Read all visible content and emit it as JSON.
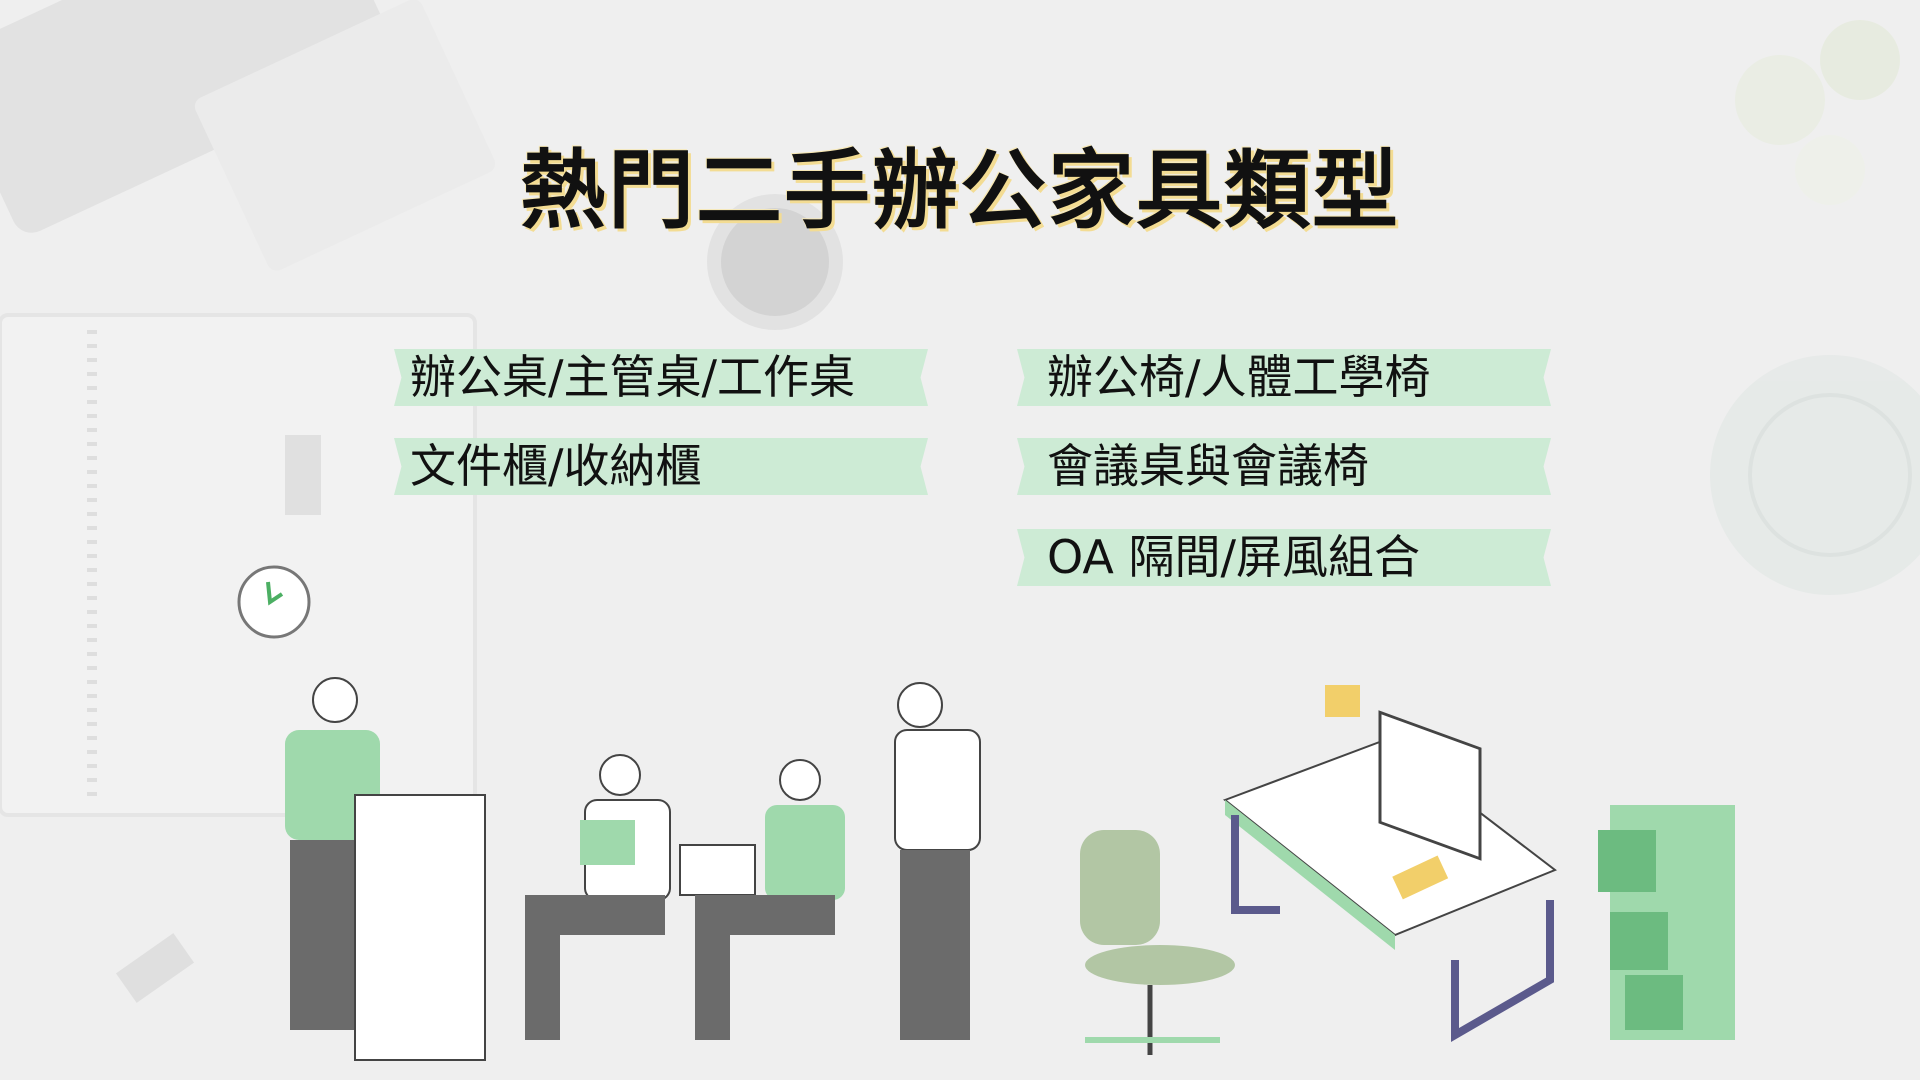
{
  "title": "熱門二手辦公家具類型",
  "categories": {
    "left": [
      "辦公桌/主管桌/工作桌",
      "文件櫃/收納櫃"
    ],
    "right": [
      "辦公椅/人體工學椅",
      "會議桌與會議椅",
      "OA 隔間/屏風組合"
    ]
  },
  "colors": {
    "background": "#efefef",
    "banner": "#cdebd5",
    "accent_green": "#9fd9ac",
    "figure_gray": "#6b6b6b"
  }
}
